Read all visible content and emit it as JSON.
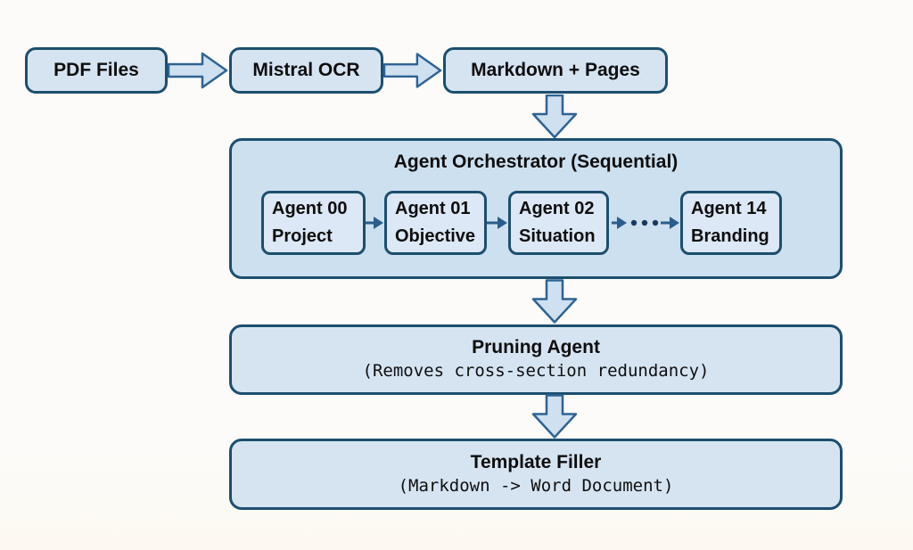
{
  "diagram": {
    "top_row": {
      "boxes": [
        {
          "label": "PDF Files"
        },
        {
          "label": "Mistral OCR"
        },
        {
          "label": "Markdown + Pages"
        }
      ]
    },
    "orchestrator": {
      "title": "Agent Orchestrator (Sequential)",
      "agents": [
        {
          "line1": "Agent 00",
          "line2": "Project"
        },
        {
          "line1": "Agent 01",
          "line2": "Objective"
        },
        {
          "line1": "Agent 02",
          "line2": "Situation"
        },
        {
          "line1": "Agent 14",
          "line2": "Branding"
        }
      ]
    },
    "pruning": {
      "title": "Pruning Agent",
      "subtitle": "(Removes cross-section redundancy)"
    },
    "template": {
      "title": "Template Filler",
      "subtitle": "(Markdown -> Word Document)"
    },
    "icons": {
      "flow_arrow_right": "block-arrow-right",
      "flow_arrow_down": "block-arrow-down",
      "step_arrow": "small-solid-arrow-right",
      "ellipsis": "three-dots"
    },
    "colors": {
      "box_fill": "#d6e4f2",
      "orchestrator_fill": "#cde0f0",
      "agent_fill": "#dce8f5",
      "border": "#1d4e6e",
      "arrow_fill": "#cfe0f0",
      "arrow_stroke": "#2e6392",
      "step_arrow_color": "#2b5d8c",
      "dots_color": "#1a3a5c",
      "text": "#0e0e0e"
    }
  }
}
